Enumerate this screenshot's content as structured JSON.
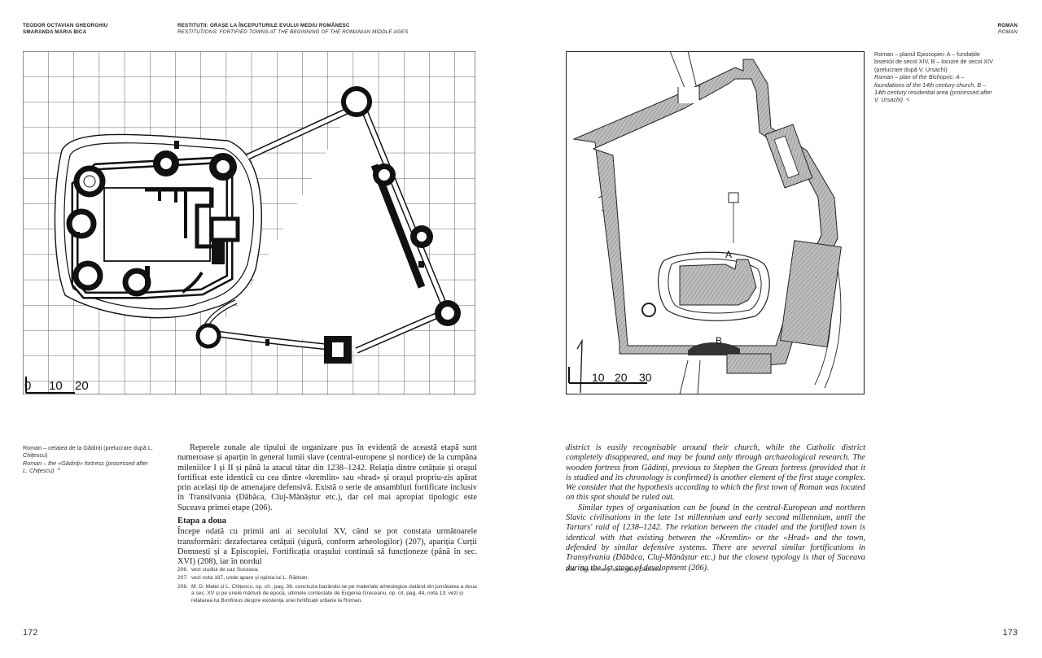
{
  "header": {
    "authors": [
      "TEODOR OCTAVIAN GHEORGHIU",
      "SMARANDA MARIA BICA"
    ],
    "title_ro": "RESTITUȚII: ORAȘE LA ÎNCEPUTURILE EVULUI MEDIU ROMÂNESC",
    "title_en": "RESTITUTIONS: FORTIFIED TOWNS AT THE BEGINNING OF THE ROMANIAN MIDDLE AGES",
    "section_ro": "ROMAN",
    "section_en": "ROMAN"
  },
  "left_figure": {
    "scale_labels": [
      "0",
      "10",
      "20"
    ]
  },
  "right_figure": {
    "labels": [
      "A",
      "B"
    ],
    "scale_labels": [
      "10",
      "20",
      "30"
    ]
  },
  "right_caption": {
    "ro": "Roman – planul Episcopiei: A – fundațiile bisericii de secol XIV, B – locuire de secol XIV (prelucrare după V. Ursachi)",
    "en": "Roman – plan of the Bishopric: A – foundations of the 14th century church, B – 14th century residential area (processed after V. Ursachi)"
  },
  "left_caption": {
    "ro": "Roman – cetatea de la Gădinți (prelucrare după L. Chițescu)",
    "en": "Roman – the «Gădinți» fortress (processed after L. Chițescu)"
  },
  "left_text": {
    "p1": "Reperele zonale ale tipului de organizare pus în evidență de această etapă sunt numeroase și apar­țin în general lumii slave (central-europene și nordice) de la cumpăna mileniilor I și II și până la atacul tătar din 1238–1242. Relația dintre cetățuie și orașul fortificat este identică cu cea dintre «kremlin» sau «hrad» și orașul propriu-zis apărat prin același tip de amenajare defensivă. Există o serie de ansambluri fortificate inclusiv în Transilvania (Dăbâca, Cluj-Mănăștur etc.), dar cel mai apropiat tipologic este Suceava primei etape (206).",
    "heading": "Etapa a doua",
    "p2": "Începe odată cu primii ani ai secolului XV, când se pot constata următoarele transformări: dezafectarea cetățuii (sigură, conform arheologilor) (207), apariția Curții Domnești și a Episcopiei. Fortificația orașului continuă să funcționeze (până în sec. XVI) (208), iar în nordul"
  },
  "footnotes_left": [
    {
      "num": "206.",
      "text": "vezi studiul de caz Suceava."
    },
    {
      "num": "207.",
      "text": "vezi nota 187, unde apare și opinia lui L. Rădvan."
    },
    {
      "num": "208.",
      "text": "M. D. Matei și L. Chițescu, op. cit., pag. 38, concluzia bazându-se pe materiale arheologice datând din jumătatea a doua a sec. XV și pe unele mărturii de epocă, ultimele contestate de Eugenia Greceanu, op. cit, pag. 44, nota 13; vezi și relatarea lui Bonfinius despre existența unei fortificații urbane la Roman."
    }
  ],
  "right_text": {
    "p1": "district is easily recognisable around their church, while the Catholic district completely disappeared, and may be found only through archaeological research. The wooden fortress from Gădinți, previous to Stephen the Greats fortress (provided that it is studied and its chronology is confirmed) is another element of the first stage complex. We consider that the hypothesis according to which the first town of Roman was located on this spot should be ruled out.",
    "p2": "Similar types of organisation can be found in the central-European and northern Slavic civilisations in the late 1st millennium and early second millennium, until the Tartars' raid of 1238–1242. The relation between the citadel and the fortified town is identical with that existing between the «Kremlin» or the «Hrad» and the town, defended by similar defensive systems. There are several similar fortifications in Transylvania (Dăbâca, Cluj-Mănăștur etc.) but the closest typology is that of Suceava during the 1st stage of development (206)."
  },
  "footnotes_right": [
    {
      "num": "206.",
      "text": "See formerly, case study Suceava."
    }
  ],
  "page_numbers": {
    "left": "172",
    "right": "173"
  }
}
